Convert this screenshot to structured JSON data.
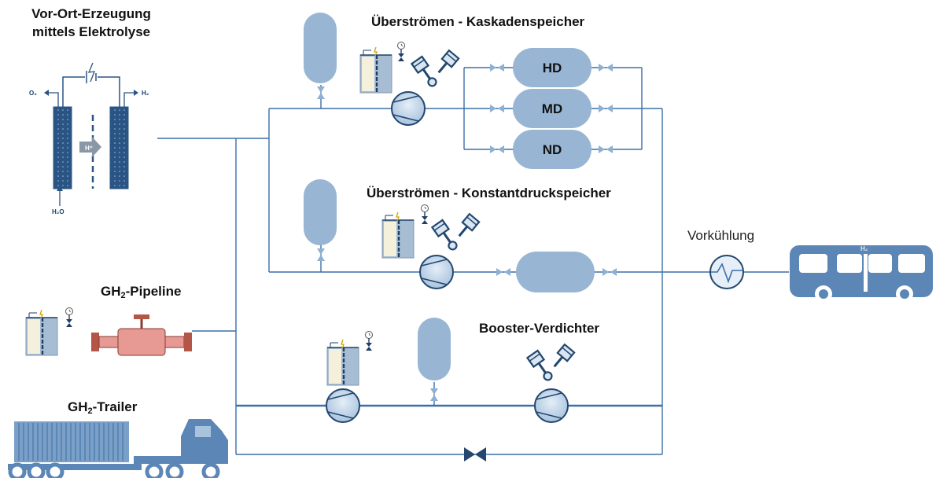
{
  "labels": {
    "electrolysis_line1": "Vor-Ort-Erzeugung",
    "electrolysis_line2": "mittels Elektrolyse",
    "cascade_title": "Überströmen - Kaskadenspeicher",
    "constant_title": "Überströmen - Konstantdruckspeicher",
    "booster_title": "Booster-Verdichter",
    "precooling": "Vorkühlung",
    "pipeline_main": "GH",
    "pipeline_sub": "2",
    "pipeline_suffix": "-Pipeline",
    "trailer_main": "GH",
    "trailer_sub": "2",
    "trailer_suffix": "-Trailer"
  },
  "cascade_tanks": [
    "HD",
    "MD",
    "ND"
  ],
  "electrolyzer": {
    "o2": "O₂",
    "h2": "H₂",
    "h2o": "H₂O",
    "proton": "H⁺"
  },
  "bus_tag": "H₂",
  "colors": {
    "line": "#3b6fa8",
    "tank_fill": "#98b5d3",
    "icon_dark": "#23476e",
    "pipeline_fill": "#e69a93",
    "vehicle_fill": "#5b86b6"
  }
}
